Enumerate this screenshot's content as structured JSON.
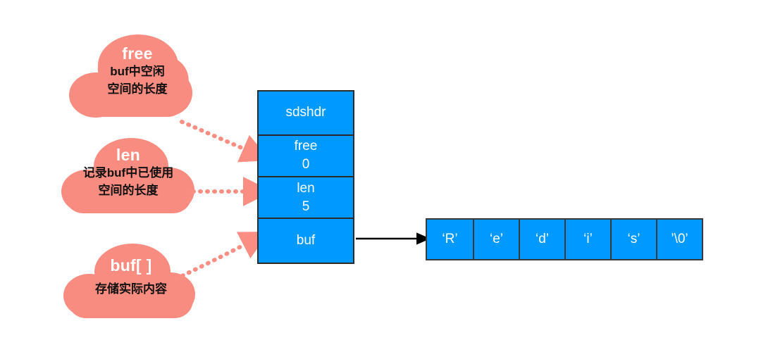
{
  "diagram": {
    "title": "Redis SDS (sdshdr) structure diagram",
    "colors": {
      "cloud_fill": "#f98c80",
      "box_fill": "#0099ff",
      "box_border": "#2b2b2b",
      "dotted_arrow": "#fa8e82",
      "solid_arrow": "#000000",
      "background": "#ffffff"
    }
  },
  "clouds": [
    {
      "name": "free",
      "title": "free",
      "desc": "buf中空闲\n空间的长度"
    },
    {
      "name": "len",
      "title": "len",
      "desc": "记录buf中已使用\n空间的长度"
    },
    {
      "name": "buf",
      "title": "buf[ ]",
      "desc": "存储实际内容"
    }
  ],
  "struct": {
    "header": "sdshdr",
    "rows": [
      {
        "label": "free",
        "value": "0"
      },
      {
        "label": "len",
        "value": "5"
      },
      {
        "label": "buf",
        "value": ""
      }
    ]
  },
  "char_array": {
    "cells": [
      "‘R’",
      "‘e’",
      "‘d’",
      "‘i’",
      "‘s’",
      "’\\0’"
    ]
  }
}
